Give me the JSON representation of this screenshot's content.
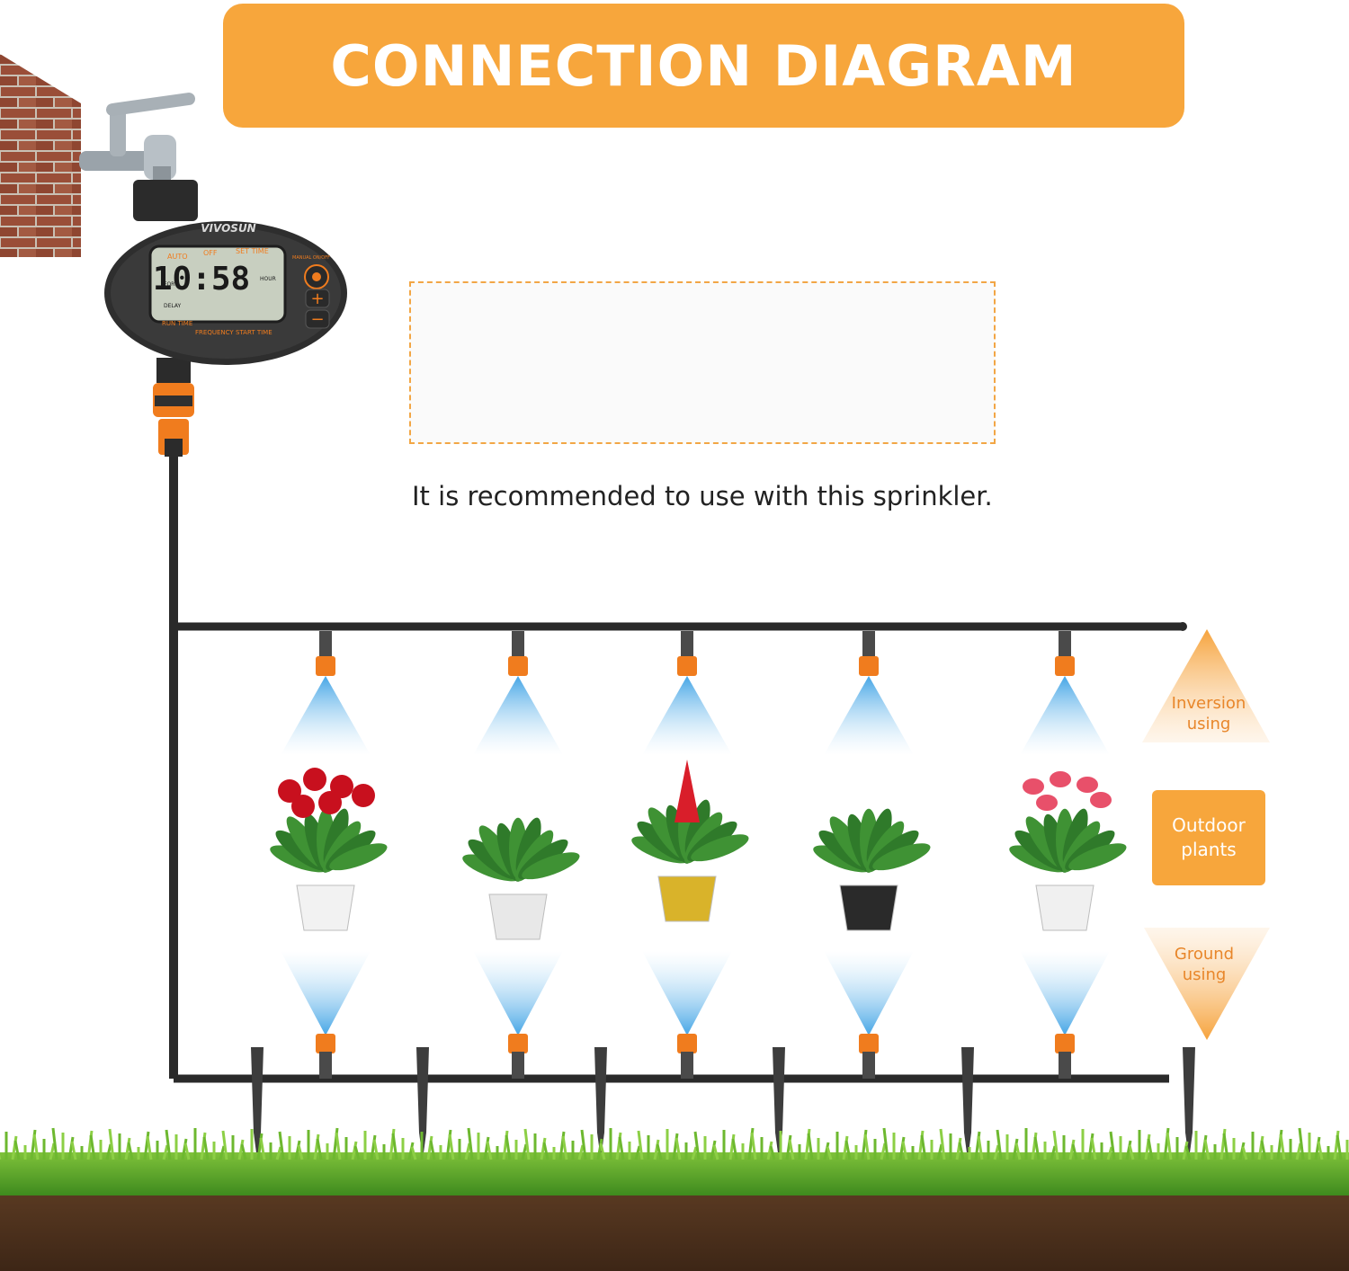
{
  "title": "CONNECTION DIAGRAM",
  "recommendation": "It is recommended to use with this sprinkler.",
  "labels": {
    "inversion": "Inversion using",
    "outdoor": "Outdoor plants",
    "ground": "Ground using"
  },
  "timer": {
    "brand": "VIVOSUN",
    "time": "10:58",
    "mode_labels": [
      "AUTO",
      "OFF",
      "SET TIME"
    ],
    "bottom_labels": [
      "RUN TIME",
      "FREQUENCY",
      "START TIME"
    ],
    "side_labels": [
      "FOR",
      "DELAY"
    ],
    "hour_label": "HOUR",
    "manual_button": "MANUAL ON/OFF"
  },
  "colors": {
    "banner": "#f7a63c",
    "accent_orange": "#f07c1e",
    "water_blue": "#4aa8e6",
    "pipe": "#2a2a2a"
  }
}
